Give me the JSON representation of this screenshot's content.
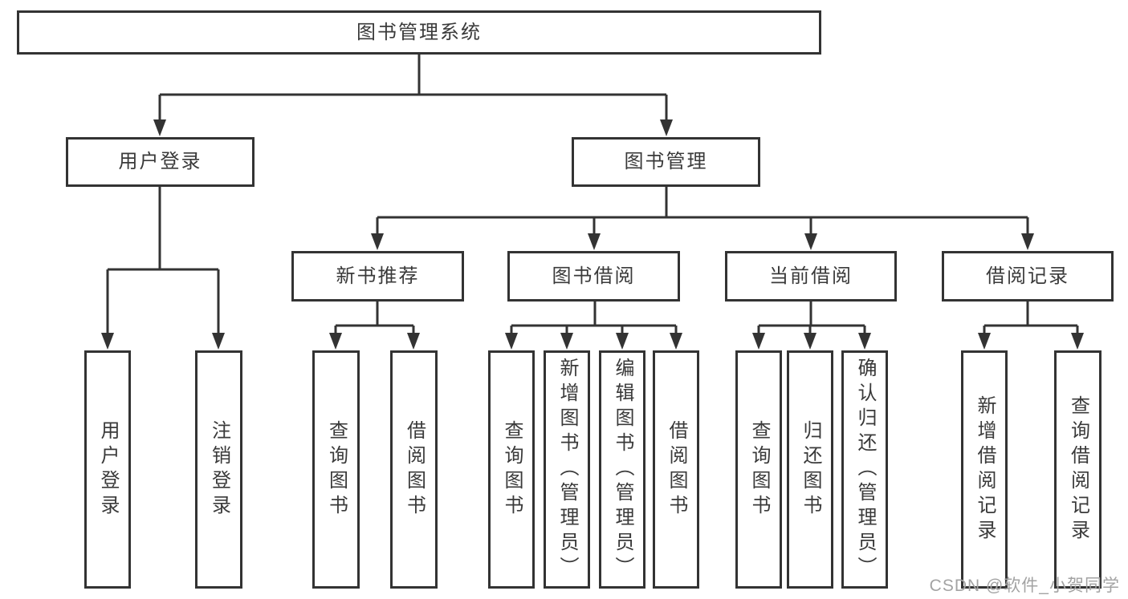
{
  "tree": {
    "root": {
      "label": "图书管理系统"
    },
    "level2": [
      {
        "label": "用户登录",
        "children": [
          {
            "label": "用户登录"
          },
          {
            "label": "注销登录"
          }
        ]
      },
      {
        "label": "图书管理",
        "children": [
          {
            "label": "新书推荐",
            "children": [
              {
                "label": "查询图书"
              },
              {
                "label": "借阅图书"
              }
            ]
          },
          {
            "label": "图书借阅",
            "children": [
              {
                "label": "查询图书"
              },
              {
                "label": "新增图书（管理员）"
              },
              {
                "label": "编辑图书（管理员）"
              },
              {
                "label": "借阅图书"
              }
            ]
          },
          {
            "label": "当前借阅",
            "children": [
              {
                "label": "查询图书"
              },
              {
                "label": "归还图书"
              },
              {
                "label": "确认归还（管理员）"
              }
            ]
          },
          {
            "label": "借阅记录",
            "children": [
              {
                "label": "新增借阅记录"
              },
              {
                "label": "查询借阅记录"
              }
            ]
          }
        ]
      }
    ]
  },
  "watermark": {
    "text": "CSDN @软件_小贺同学"
  },
  "colors": {
    "line": "#333333",
    "box_border": "#333333",
    "text": "#3a3a3a",
    "watermark": "#a3a3a3",
    "background": "#ffffff"
  }
}
